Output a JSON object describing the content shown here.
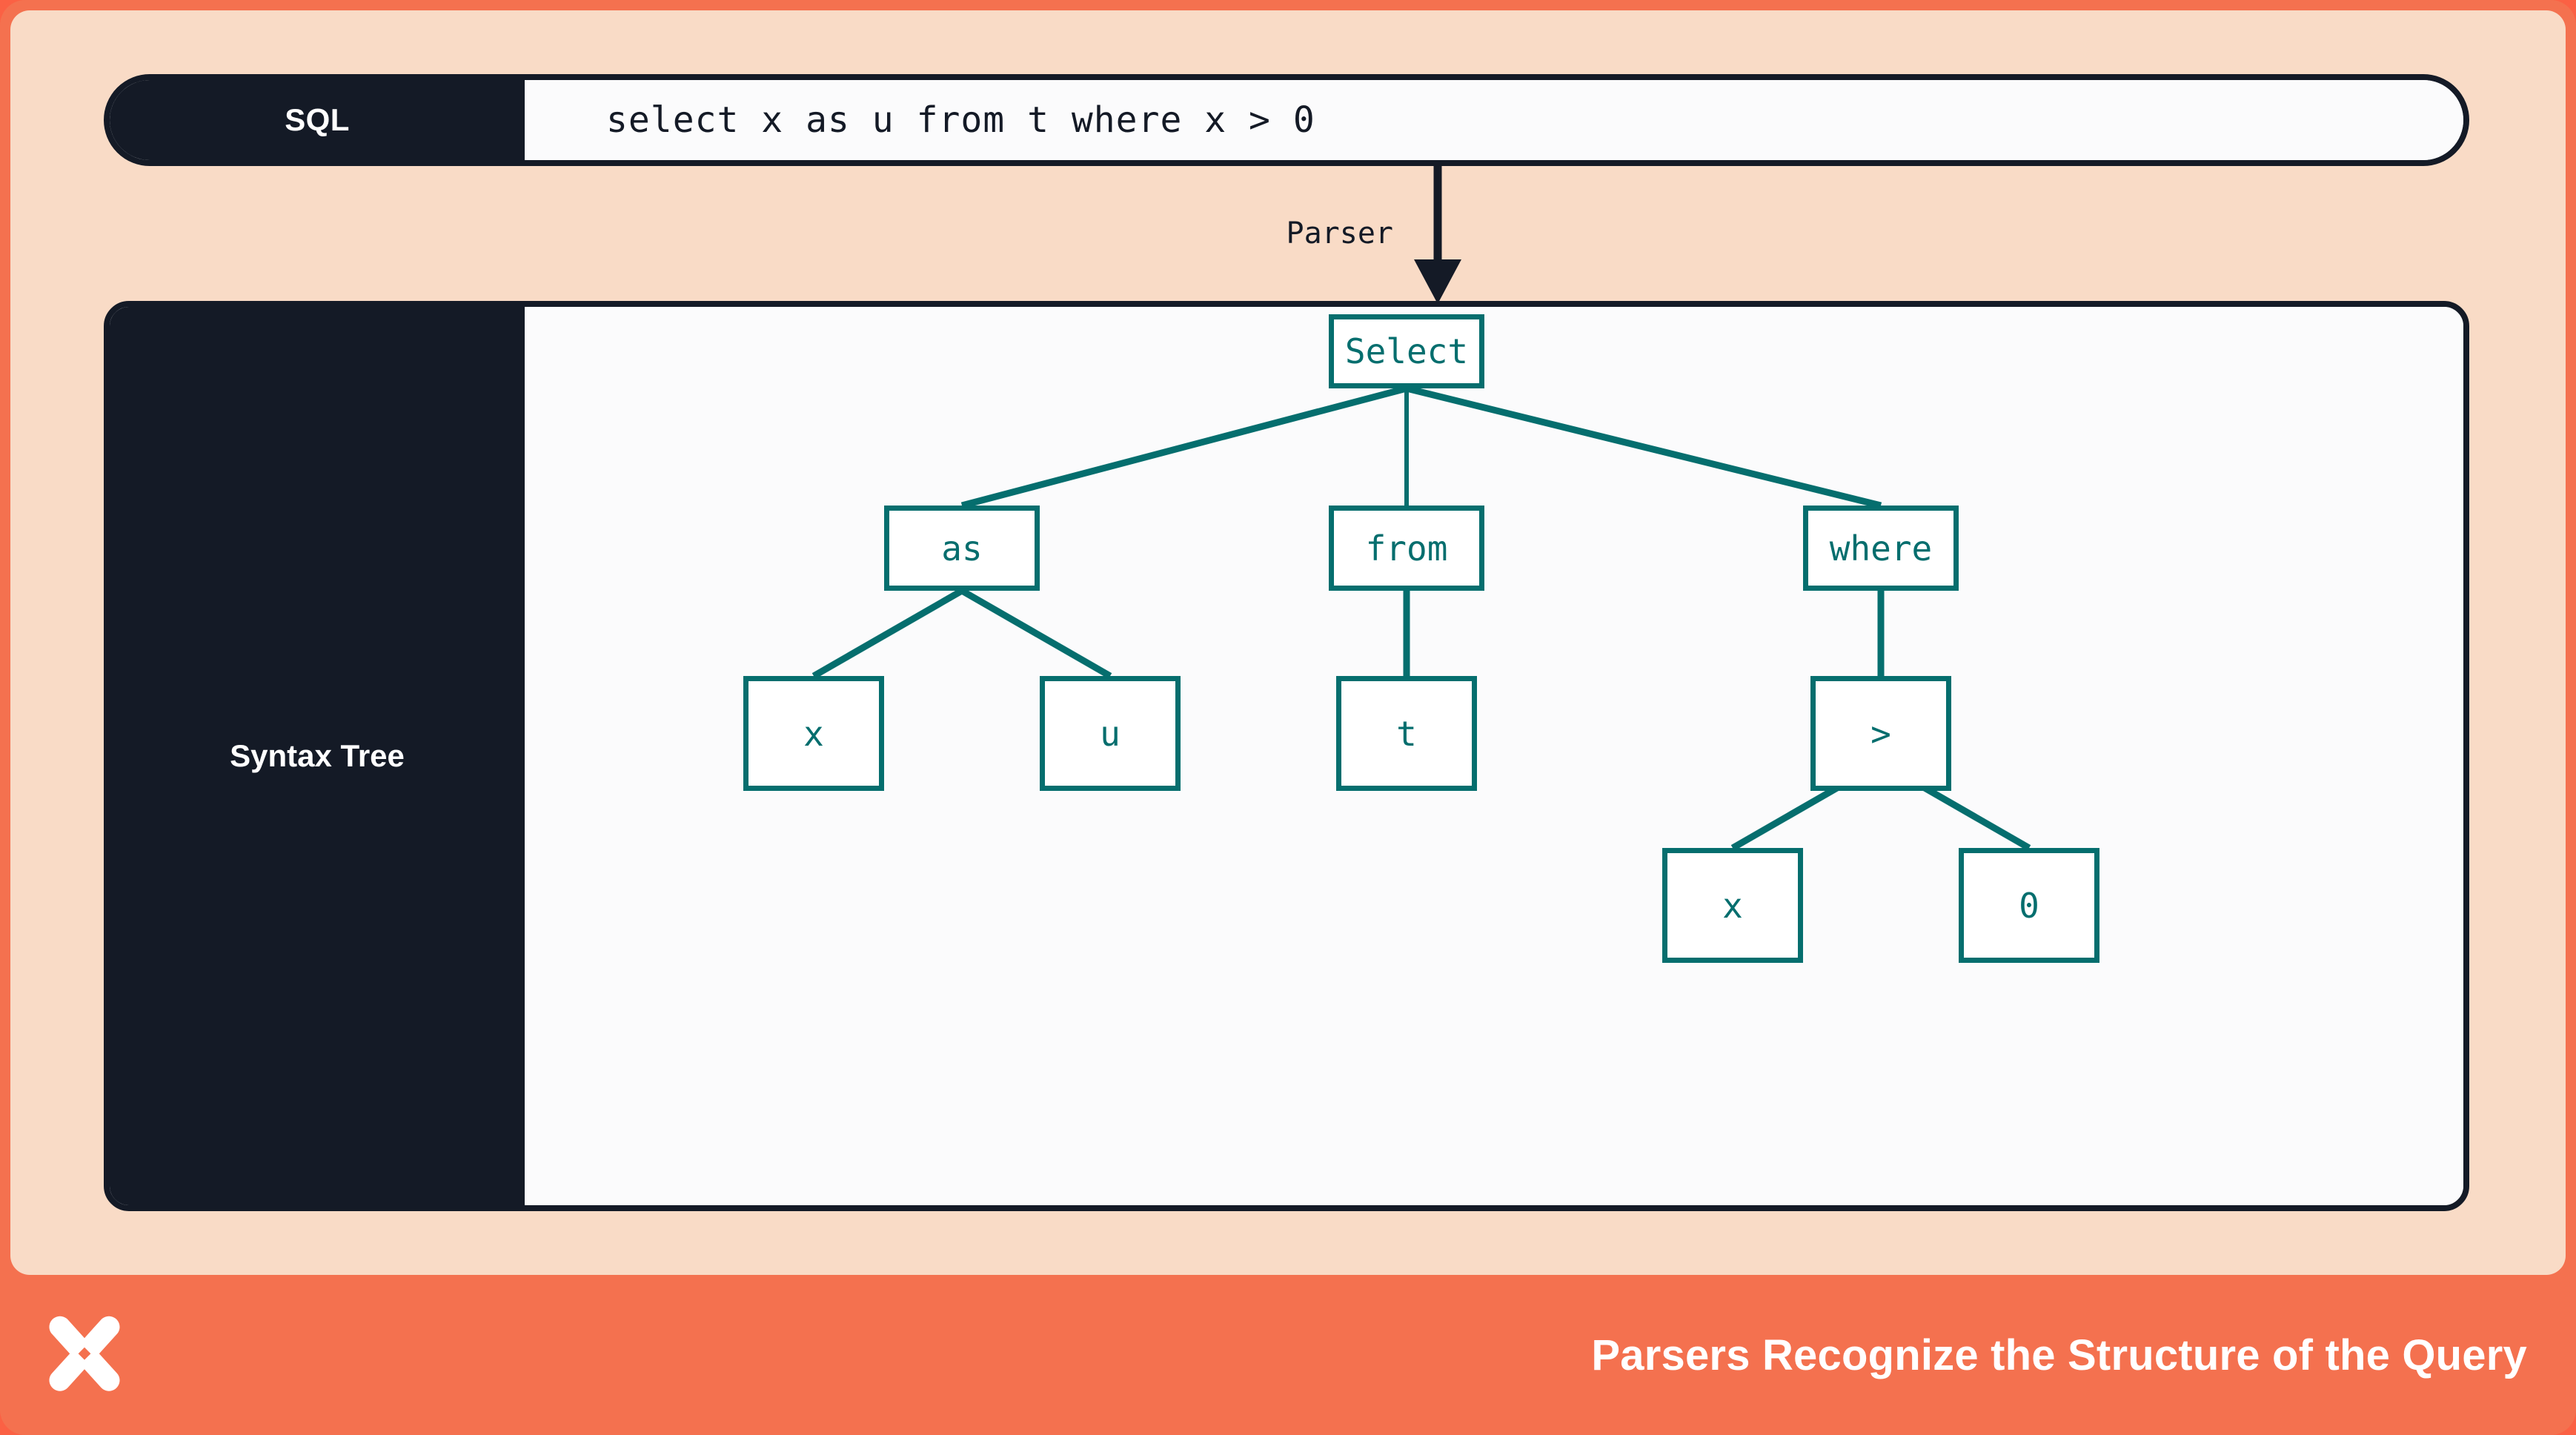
{
  "colors": {
    "frame_orange": "#F4714F",
    "canvas_peach": "#F9DBC6",
    "ink_dark": "#141A26",
    "panel_white": "#FBFBFC",
    "node_teal": "#056E6E",
    "footer_orange": "#FB6144",
    "text_white": "#FFFFFF"
  },
  "sql_row": {
    "label": "SQL",
    "query": "select x as u from t where x > 0"
  },
  "transform": {
    "label": "Parser",
    "direction": "down"
  },
  "tree_panel": {
    "label": "Syntax Tree"
  },
  "chart_data": {
    "type": "tree",
    "title": "Syntax Tree",
    "nodes": [
      {
        "id": "select",
        "label": "Select",
        "depth": 0
      },
      {
        "id": "as",
        "label": "as",
        "depth": 1
      },
      {
        "id": "from",
        "label": "from",
        "depth": 1
      },
      {
        "id": "where",
        "label": "where",
        "depth": 1
      },
      {
        "id": "as_x",
        "label": "x",
        "depth": 2
      },
      {
        "id": "as_u",
        "label": "u",
        "depth": 2
      },
      {
        "id": "from_t",
        "label": "t",
        "depth": 2
      },
      {
        "id": "gt",
        "label": ">",
        "depth": 2
      },
      {
        "id": "gt_x",
        "label": "x",
        "depth": 3
      },
      {
        "id": "gt_0",
        "label": "0",
        "depth": 3
      }
    ],
    "edges": [
      [
        "select",
        "as"
      ],
      [
        "select",
        "from"
      ],
      [
        "select",
        "where"
      ],
      [
        "as",
        "as_x"
      ],
      [
        "as",
        "as_u"
      ],
      [
        "from",
        "from_t"
      ],
      [
        "where",
        "gt"
      ],
      [
        "gt",
        "gt_x"
      ],
      [
        "gt",
        "gt_0"
      ]
    ]
  },
  "tree_nodes": {
    "select": "Select",
    "as": "as",
    "from": "from",
    "where": "where",
    "as_x": "x",
    "as_u": "u",
    "from_t": "t",
    "gt": ">",
    "gt_x": "x",
    "gt_0": "0"
  },
  "footer": {
    "caption": "Parsers Recognize the Structure of the Query",
    "logo_name": "four-point-star-logo"
  }
}
